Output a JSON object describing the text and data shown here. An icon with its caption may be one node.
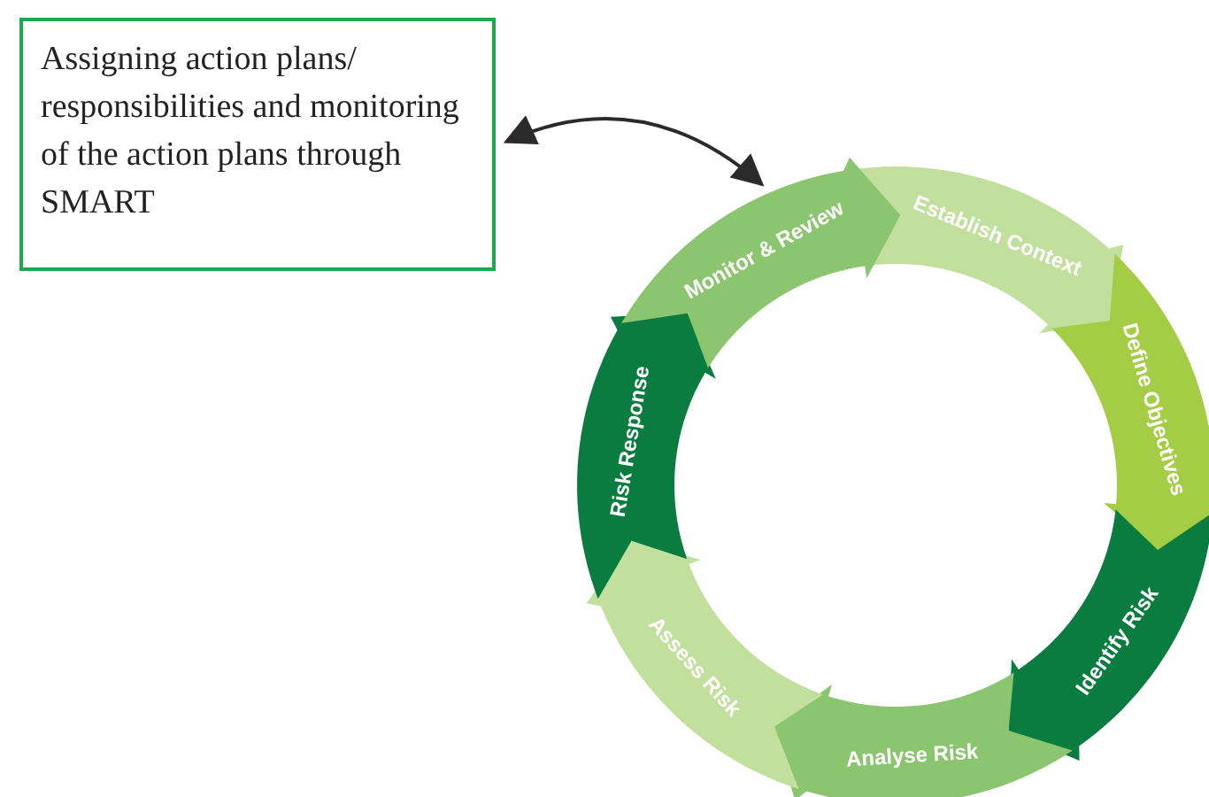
{
  "diagram": {
    "nodes": [
      {
        "text": [
          "Assigning action plans/ responsibilities and monitoring of the action plans through SMART"
        ]
      },
      {
        "text": [
          "Establish Context"
        ]
      },
      {
        "text": [
          "Define Objectives"
        ]
      },
      {
        "text": [
          "Identify Risk"
        ]
      },
      {
        "text": [
          "Analyse Risk"
        ]
      },
      {
        "text": [
          "Assess Risk"
        ]
      },
      {
        "text": [
          "Risk Response"
        ]
      },
      {
        "text": [
          "Monitor & Review"
        ]
      }
    ],
    "edges": [
      {
        "from": 0,
        "to": 7,
        "arrow": "both"
      }
    ]
  }
}
